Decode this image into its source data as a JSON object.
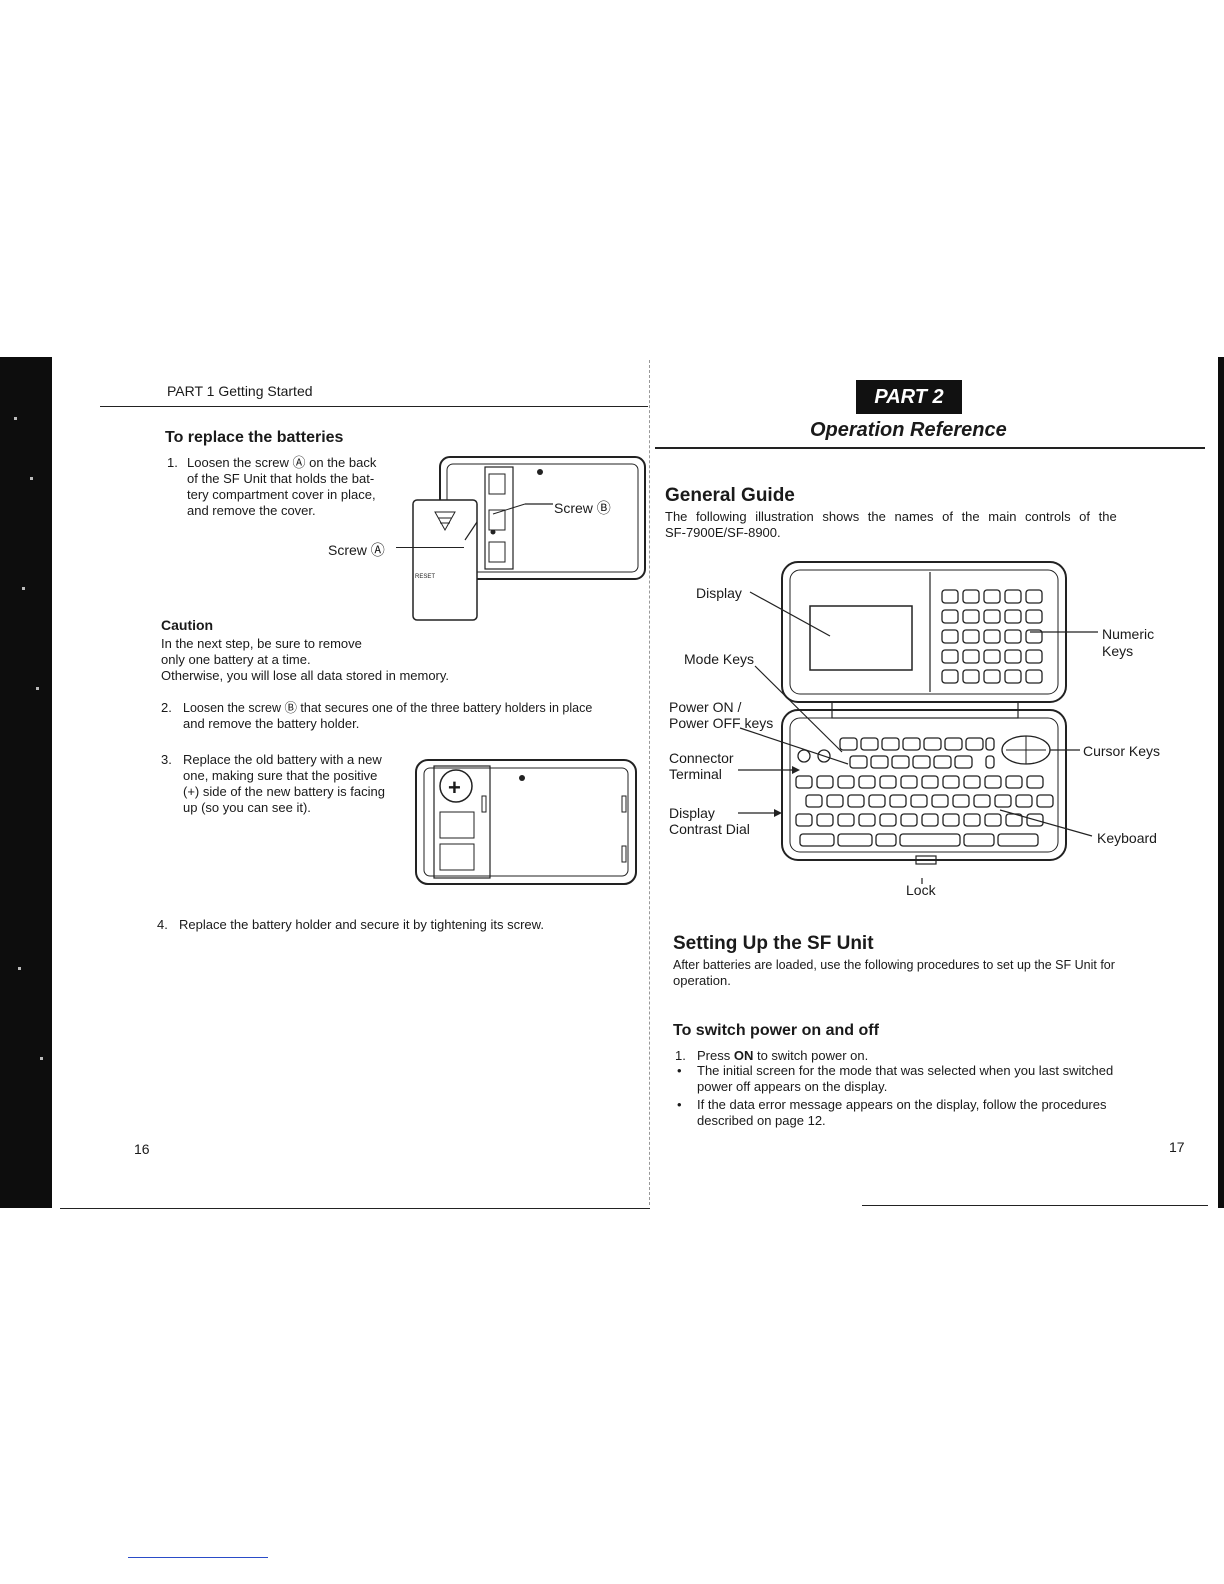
{
  "left_page": {
    "header": "PART 1   Getting Started",
    "section_title": "To replace the batteries",
    "step1_num": "1.",
    "step1_lines": [
      "Loosen the screw Ⓐ on the back",
      "of the SF Unit that holds the bat-",
      "tery compartment cover in place,",
      "and remove the cover."
    ],
    "screw_b_label": "Screw Ⓑ",
    "screw_a_label": "Screw Ⓐ",
    "reset_label": "RESET",
    "caution_title": "Caution",
    "caution_lines": [
      "In the next step, be sure to remove",
      "only one battery at a time.",
      "Otherwise, you will lose all data stored in memory."
    ],
    "step2_num": "2.",
    "step2_lines": [
      "Loosen the screw Ⓑ that secures one of the three battery holders in place",
      "and remove the battery holder."
    ],
    "step3_num": "3.",
    "step3_lines": [
      "Replace the old battery with a new",
      "one, making sure that the positive",
      "(+) side of the new battery is facing",
      "up (so you can see it)."
    ],
    "plus_sign": "+",
    "step4_num": "4.",
    "step4_text": "Replace the battery holder and secure it by tightening its screw.",
    "page_number": "16"
  },
  "right_page": {
    "part_badge": "PART 2",
    "title": "Operation Reference",
    "general_guide_title": "General Guide",
    "general_guide_lines": [
      "The following illustration shows the names of the main controls of the",
      "SF-7900E/SF-8900."
    ],
    "labels": {
      "display": "Display",
      "mode_keys": "Mode Keys",
      "power_on": "Power ON /",
      "power_off": "Power OFF keys",
      "connector": "Connector",
      "terminal": "Terminal",
      "display_contrast": "Display",
      "contrast_dial": "Contrast Dial",
      "numeric": "Numeric",
      "keys": "Keys",
      "cursor_keys": "Cursor Keys",
      "keyboard": "Keyboard",
      "lock": "Lock"
    },
    "setup_title": "Setting Up the SF Unit",
    "setup_lines": [
      "After batteries are loaded, use the following procedures to set up the SF Unit for",
      "operation."
    ],
    "switch_title": "To switch power on and off",
    "switch_step1_num": "1.",
    "switch_step1_pre": "Press ",
    "switch_step1_key": "ON",
    "switch_step1_post": " to switch power on.",
    "bullet1_lines": [
      "The initial screen for the mode that was selected when you last switched",
      "power off appears on the display."
    ],
    "bullet2_lines": [
      "If the data error message appears on the display, follow the procedures",
      "described on page 12."
    ],
    "page_number": "17"
  }
}
